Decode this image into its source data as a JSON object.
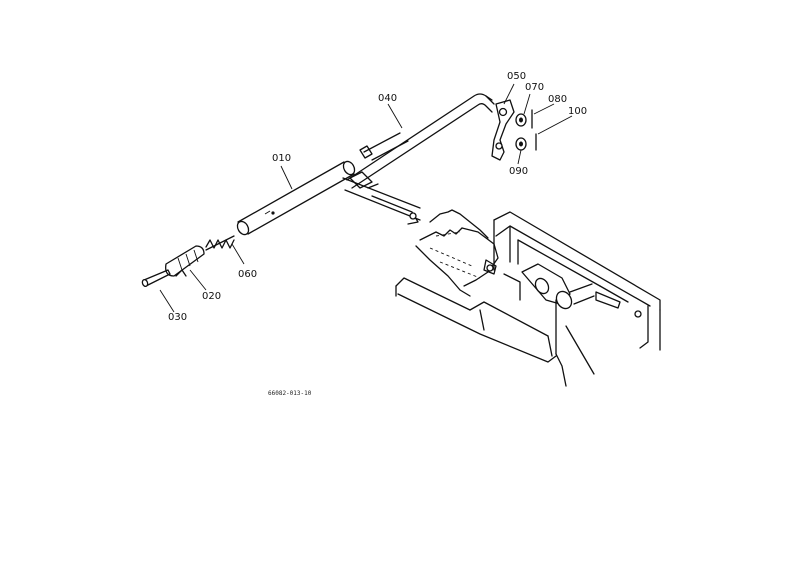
{
  "parts": [
    {
      "id": "010",
      "label": "010"
    },
    {
      "id": "020",
      "label": "020"
    },
    {
      "id": "030",
      "label": "030"
    },
    {
      "id": "040",
      "label": "040"
    },
    {
      "id": "050",
      "label": "050"
    },
    {
      "id": "060",
      "label": "060"
    },
    {
      "id": "070",
      "label": "070"
    },
    {
      "id": "080",
      "label": "080"
    },
    {
      "id": "090",
      "label": "090"
    },
    {
      "id": "100",
      "label": "100"
    }
  ],
  "drawing_code": "66082-013-10"
}
